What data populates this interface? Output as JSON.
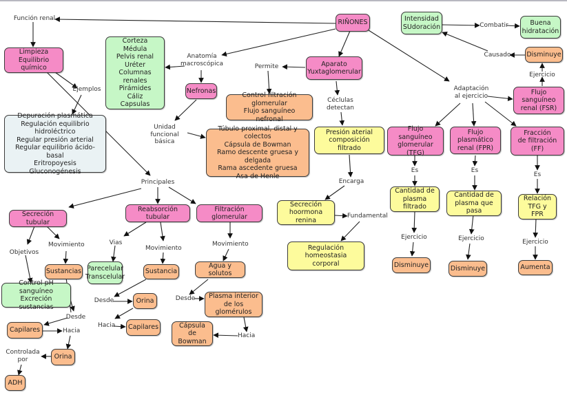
{
  "concept_map": {
    "root": "RIÑONES",
    "nodes": {
      "rinones": "RIÑONES",
      "limpieza": "Limpieza\nEquilibrio químico",
      "ejemplos_box": "Depuración plasmática\nRegulación equilibrio hidroléctrico\nRegular presión arterial\nRegular equilibrio ácido-basal\nEritropoyesis\nGluconogénesis",
      "anatomia_box": "Corteza\nMédula\nPelvis renal\nUréter\nColumnas renales\nPirámides\nCáliz\nCapsulas",
      "nefronas": "Nefronas",
      "tubulo_box": "Túbulo proximal, distal y colectos\nCápsula de Bowman\nRamo descente gruesa y delgada\nRama ascedente gruesa\nAsa de Henle",
      "aparato": "Aparato\nYuxtaglomerular",
      "control_filtracion": "Control filtración glomerular\nFlujo sanguíneo nefronal",
      "presion_aterial": "Presión aterial\ncomposición filtrado",
      "secrecion_renina": "Secreción\nhoormona renina",
      "regulacion_homeostasia": "Regulación homeostasia\ncorporal",
      "intensidad": "Intensidad\nSUdoración",
      "buena_hidratacion": "Buena\nhidratación",
      "disminuye_top": "Disminuye",
      "fsr": "Flujo sanguíneo\nrenal (FSR)",
      "tfg": "Flujo sanguíneo\nglomerular (TFG)",
      "fpr": "Flujo plasmático\nrenal (FPR)",
      "ff": "Fracción\nde filtración (FF)",
      "cantidad_filtrado": "Cantidad de\nplasma filtrado",
      "cantidad_pasa": "Cantidad de\nplasma que pasa",
      "relacion": "Relación\nTFG y FPR",
      "disminuye_tfg": "Disminuye",
      "disminuye_fpr": "Disminuye",
      "aumenta_ff": "Aumenta",
      "secrecion_tubular": "Secreción tubular",
      "reabsorcion_tubular": "Reabsorción tubular",
      "filtracion_glomerular": "Filtración glomerular",
      "sustancias": "Sustancias",
      "control_ph": "Control pH sanguíneo\nExcreción sustancias",
      "capilares_sec": "Capilares",
      "orina_sec": "Orina",
      "adh": "ADH",
      "parecelular": "Parecelular\nTranscelular",
      "sustancia_reab": "Sustancia",
      "orina_reab": "Orina",
      "capilares_reab": "Capilares",
      "agua_solutos": "Agua y solutos",
      "plasma_interior": "Plasma interior\nde los glomérulos",
      "capsula_bowman": "Cápsula\nde Bowman"
    },
    "linking_phrases": {
      "funcion_renal": "Función renal",
      "ejemplos": "Ejemplos",
      "anatomia": "Anatomía\nmacroscópica",
      "unidad": "Unidad\nfuncional básica",
      "principales": "Principales",
      "permite": "Permite",
      "celulas": "Céclulas\ndetectan",
      "encarga": "Encarga",
      "fundamental": "Fundamental",
      "combatir": "Combatir",
      "causado": "Causado",
      "ejercicio_fsr": "Ejercicio",
      "adaptacion": "Adaptación\nal ejercicio",
      "es_tfg": "Es",
      "es_fpr": "Es",
      "es_ff": "Es",
      "ejercicio_tfg": "Ejercicio",
      "ejercicio_fpr": "Ejercicio",
      "ejercicio_ff": "Ejercicio",
      "objetivos": "Objetivos",
      "movimiento_sec": "Movimiento",
      "desde_sec": "Desde",
      "hacia_sec": "Hacia",
      "controlada": "Controlada\npor",
      "vias": "Vias",
      "movimiento_reab": "Movimiento",
      "desde_reab": "Desde",
      "hacia_reab": "Hacia",
      "movimiento_fil": "Movimiento",
      "desde_fil": "Desde",
      "hacia_fil": "Hacia"
    },
    "colors": {
      "pink": "#f58bc6",
      "green": "#c6f7c6",
      "orange": "#fbbd8e",
      "yellow": "#fdfb9c",
      "grey": "#eaf2f4"
    }
  }
}
